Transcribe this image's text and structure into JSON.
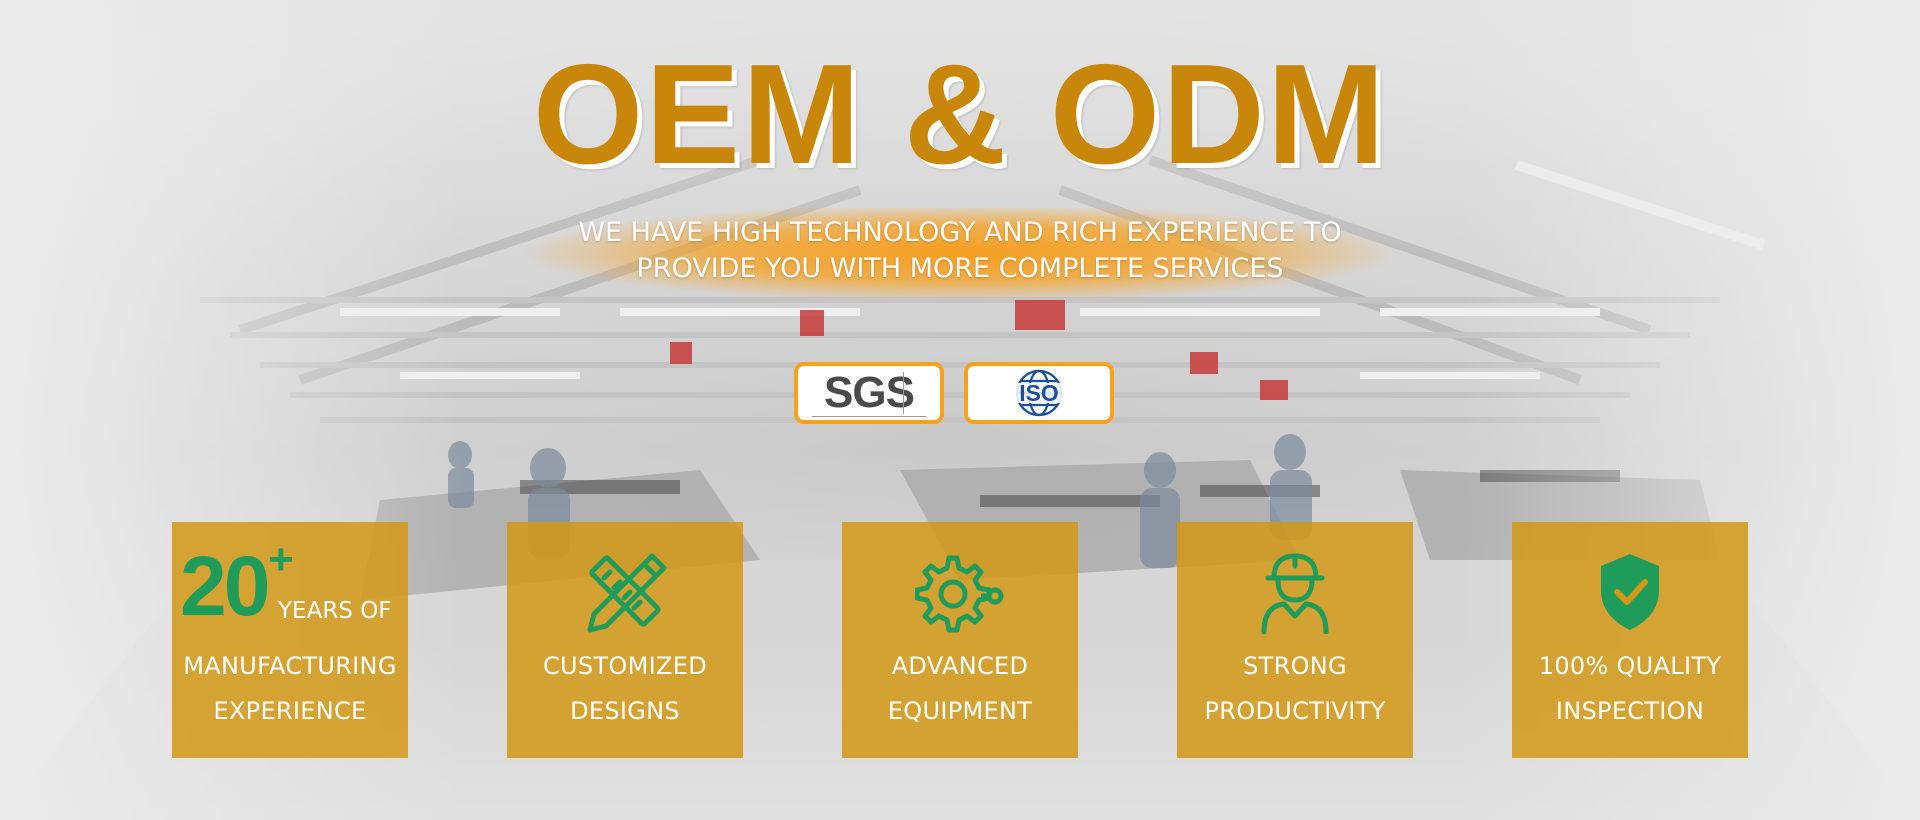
{
  "headline": "OEM & ODM",
  "subtitle": {
    "line1": "WE HAVE HIGH TECHNOLOGY AND RICH EXPERIENCE TO",
    "line2": "PROVIDE YOU WITH MORE COMPLETE SERVICES"
  },
  "certifications": {
    "sgs": "SGS",
    "iso": "ISO"
  },
  "features": [
    {
      "number": "20",
      "suffix": "+",
      "line0": "YEARS OF",
      "line1": "MANUFACTURING",
      "line2": "EXPERIENCE",
      "icon": "number-badge"
    },
    {
      "line1": "CUSTOMIZED",
      "line2": "DESIGNS",
      "icon": "pencil-ruler-icon"
    },
    {
      "line1": "ADVANCED",
      "line2": "EQUIPMENT",
      "icon": "gear-icon"
    },
    {
      "line1": "STRONG",
      "line2": "PRODUCTIVITY",
      "icon": "worker-icon"
    },
    {
      "line1": "100% QUALITY",
      "line2": "INSPECTION",
      "icon": "shield-check-icon"
    }
  ],
  "colors": {
    "headline": "#c8860b",
    "accent_orange": "#f7a21a",
    "tile_bg": "#d29816",
    "icon_green": "#1f9b5a"
  }
}
